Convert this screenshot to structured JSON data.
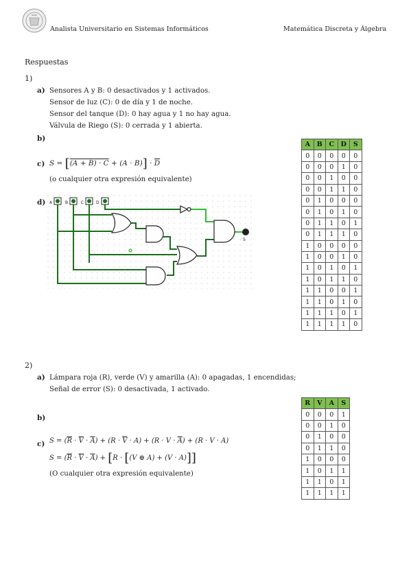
{
  "header": {
    "left": "Analista Universitario en Sistemas Informáticos",
    "right": "Matemática Discreta y Álgebra"
  },
  "title": "Respuestas",
  "q1": {
    "num": "1)",
    "a_label": "a)",
    "a_lines": [
      "Sensores A y B: 0 desactivados y 1 activados.",
      "Sensor de luz (C): 0 de día y 1 de noche.",
      "Sensor del tanque (D): 0 hay agua y 1 no hay agua.",
      "Válvula de Riego (S): 0 cerrada y 1 abierta."
    ],
    "b_label": "b)",
    "c_label": "c)",
    "c_note": "(o cualquier otra expresión equivalente)",
    "d_label": "d)",
    "circuit_inputs": [
      "A",
      "B",
      "C",
      "D"
    ],
    "circuit_output": "S",
    "table": {
      "headers": [
        "A",
        "B",
        "C",
        "D",
        "S"
      ],
      "rows": [
        [
          "0",
          "0",
          "0",
          "0",
          "0"
        ],
        [
          "0",
          "0",
          "0",
          "1",
          "0"
        ],
        [
          "0",
          "0",
          "1",
          "0",
          "0"
        ],
        [
          "0",
          "0",
          "1",
          "1",
          "0"
        ],
        [
          "0",
          "1",
          "0",
          "0",
          "0"
        ],
        [
          "0",
          "1",
          "0",
          "1",
          "0"
        ],
        [
          "0",
          "1",
          "1",
          "0",
          "1"
        ],
        [
          "0",
          "1",
          "1",
          "1",
          "0"
        ],
        [
          "1",
          "0",
          "0",
          "0",
          "0"
        ],
        [
          "1",
          "0",
          "0",
          "1",
          "0"
        ],
        [
          "1",
          "0",
          "1",
          "0",
          "1"
        ],
        [
          "1",
          "0",
          "1",
          "1",
          "0"
        ],
        [
          "1",
          "1",
          "0",
          "0",
          "1"
        ],
        [
          "1",
          "1",
          "0",
          "1",
          "0"
        ],
        [
          "1",
          "1",
          "1",
          "0",
          "1"
        ],
        [
          "1",
          "1",
          "1",
          "1",
          "0"
        ]
      ]
    }
  },
  "q2": {
    "num": "2)",
    "a_label": "a)",
    "a_lines": [
      "Lámpara roja (R), verde (V) y amarilla (A): 0 apagadas, 1 encendidas;",
      "Señal de error (S): 0 desactivada, 1 activado."
    ],
    "b_label": "b)",
    "c_label": "c)",
    "c_note": "(O cualquier otra expresión equivalente)",
    "table": {
      "headers": [
        "R",
        "V",
        "A",
        "S"
      ],
      "rows": [
        [
          "0",
          "0",
          "0",
          "1"
        ],
        [
          "0",
          "0",
          "1",
          "0"
        ],
        [
          "0",
          "1",
          "0",
          "0"
        ],
        [
          "0",
          "1",
          "1",
          "0"
        ],
        [
          "1",
          "0",
          "0",
          "0"
        ],
        [
          "1",
          "0",
          "1",
          "1"
        ],
        [
          "1",
          "1",
          "0",
          "1"
        ],
        [
          "1",
          "1",
          "1",
          "1"
        ]
      ]
    }
  }
}
